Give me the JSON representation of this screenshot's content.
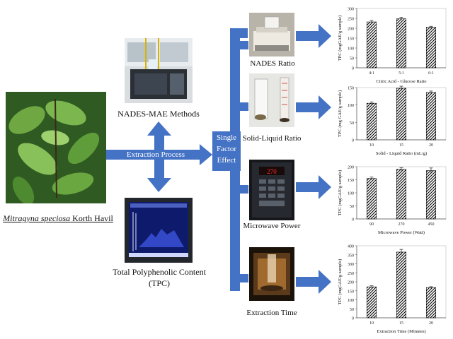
{
  "labels": {
    "plant_name_italic": "Mitragyna speciosa",
    "plant_name_rest": " Korth Havil",
    "methods": "NADES-MAE Methods",
    "extraction_process": "Extraction Process",
    "tpc_line1": "Total Polyphenolic Content",
    "tpc_line2": "(TPC)",
    "single_factor_1": "Single",
    "single_factor_2": "Factor",
    "single_factor_3": "Effect",
    "nades_ratio": "NADES Ratio",
    "solid_liquid_ratio": "Solid-Liquid Ratio",
    "microwave_power": "Microwave Power",
    "extraction_time": "Extraction Time"
  },
  "colors": {
    "arrow_blue": "#4472c4",
    "bar_fill_pattern": "#000000"
  },
  "chart_data": [
    {
      "type": "bar",
      "categories": [
        "4:1",
        "5:1",
        "6:1"
      ],
      "values": [
        232,
        248,
        205
      ],
      "errors": [
        8,
        7,
        5
      ],
      "ylim": [
        0,
        300
      ],
      "yticks": [
        0,
        50,
        100,
        150,
        200,
        250,
        300
      ],
      "ylabel": "TPC (mgGAE/g sample)",
      "xlabel": "Citric Acid - Glucose Ratio"
    },
    {
      "type": "bar",
      "categories": [
        "10",
        "15",
        "20"
      ],
      "values": [
        105,
        148,
        136
      ],
      "errors": [
        4,
        6,
        4
      ],
      "ylim": [
        0,
        150
      ],
      "yticks": [
        0,
        50,
        100,
        150
      ],
      "ylabel": "TPC (mg GAE/g sample)",
      "xlabel": "Solid - Liquid Ratio (mL/g)"
    },
    {
      "type": "bar",
      "categories": [
        "90",
        "270",
        "450"
      ],
      "values": [
        155,
        190,
        185
      ],
      "errors": [
        5,
        6,
        10
      ],
      "ylim": [
        0,
        200
      ],
      "yticks": [
        0,
        50,
        100,
        150,
        200
      ],
      "ylabel": "TPC (mgGAE/g sample)",
      "xlabel": "Microwave Power (Watt)"
    },
    {
      "type": "bar",
      "categories": [
        "10",
        "15",
        "20"
      ],
      "values": [
        172,
        365,
        168
      ],
      "errors": [
        6,
        15,
        5
      ],
      "ylim": [
        0,
        400
      ],
      "yticks": [
        0,
        50,
        100,
        150,
        200,
        250,
        300,
        350,
        400
      ],
      "ylabel": "TPC (mgGAE/g sample)",
      "xlabel": "Extraction Time (Minutes)"
    }
  ]
}
